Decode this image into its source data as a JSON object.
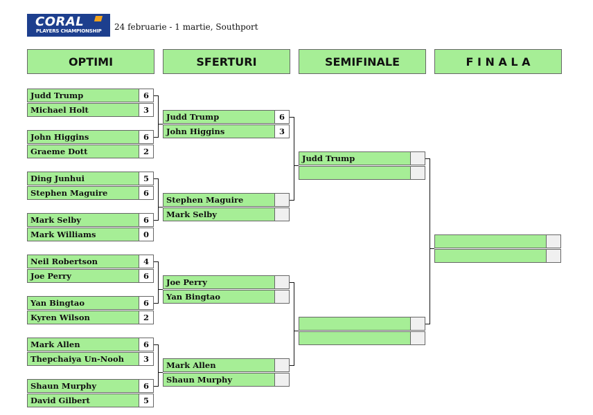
{
  "logo": {
    "brand": "CORAL",
    "sub": "PLAYERS CHAMPIONSHIP"
  },
  "subtitle": "24 februarie - 1 martie, Southport",
  "headers": [
    "OPTIMI",
    "SFERTURI",
    "SEMIFINALE",
    "F I N A L A"
  ],
  "optimi": [
    {
      "p1": "Judd Trump",
      "s1": "6",
      "p2": "Michael Holt",
      "s2": "3"
    },
    {
      "p1": "John Higgins",
      "s1": "6",
      "p2": "Graeme Dott",
      "s2": "2"
    },
    {
      "p1": "Ding Junhui",
      "s1": "5",
      "p2": "Stephen Maguire",
      "s2": "6"
    },
    {
      "p1": "Mark Selby",
      "s1": "6",
      "p2": "Mark Williams",
      "s2": "0"
    },
    {
      "p1": "Neil Robertson",
      "s1": "4",
      "p2": "Joe Perry",
      "s2": "6"
    },
    {
      "p1": "Yan Bingtao",
      "s1": "6",
      "p2": "Kyren Wilson",
      "s2": "2"
    },
    {
      "p1": "Mark Allen",
      "s1": "6",
      "p2": "Thepchaiya Un-Nooh",
      "s2": "3"
    },
    {
      "p1": "Shaun Murphy",
      "s1": "6",
      "p2": "David Gilbert",
      "s2": "5"
    }
  ],
  "sferturi": [
    {
      "p1": "Judd Trump",
      "s1": "6",
      "p2": "John Higgins",
      "s2": "3"
    },
    {
      "p1": "Stephen Maguire",
      "s1": "",
      "p2": "Mark Selby",
      "s2": ""
    },
    {
      "p1": "Joe Perry",
      "s1": "",
      "p2": "Yan Bingtao",
      "s2": ""
    },
    {
      "p1": "Mark Allen",
      "s1": "",
      "p2": "Shaun Murphy",
      "s2": ""
    }
  ],
  "semifinale": [
    {
      "p1": "Judd Trump",
      "s1": "",
      "p2": "",
      "s2": ""
    },
    {
      "p1": "",
      "s1": "",
      "p2": "",
      "s2": ""
    }
  ],
  "finala": [
    {
      "p1": "",
      "s1": "",
      "p2": "",
      "s2": ""
    }
  ]
}
